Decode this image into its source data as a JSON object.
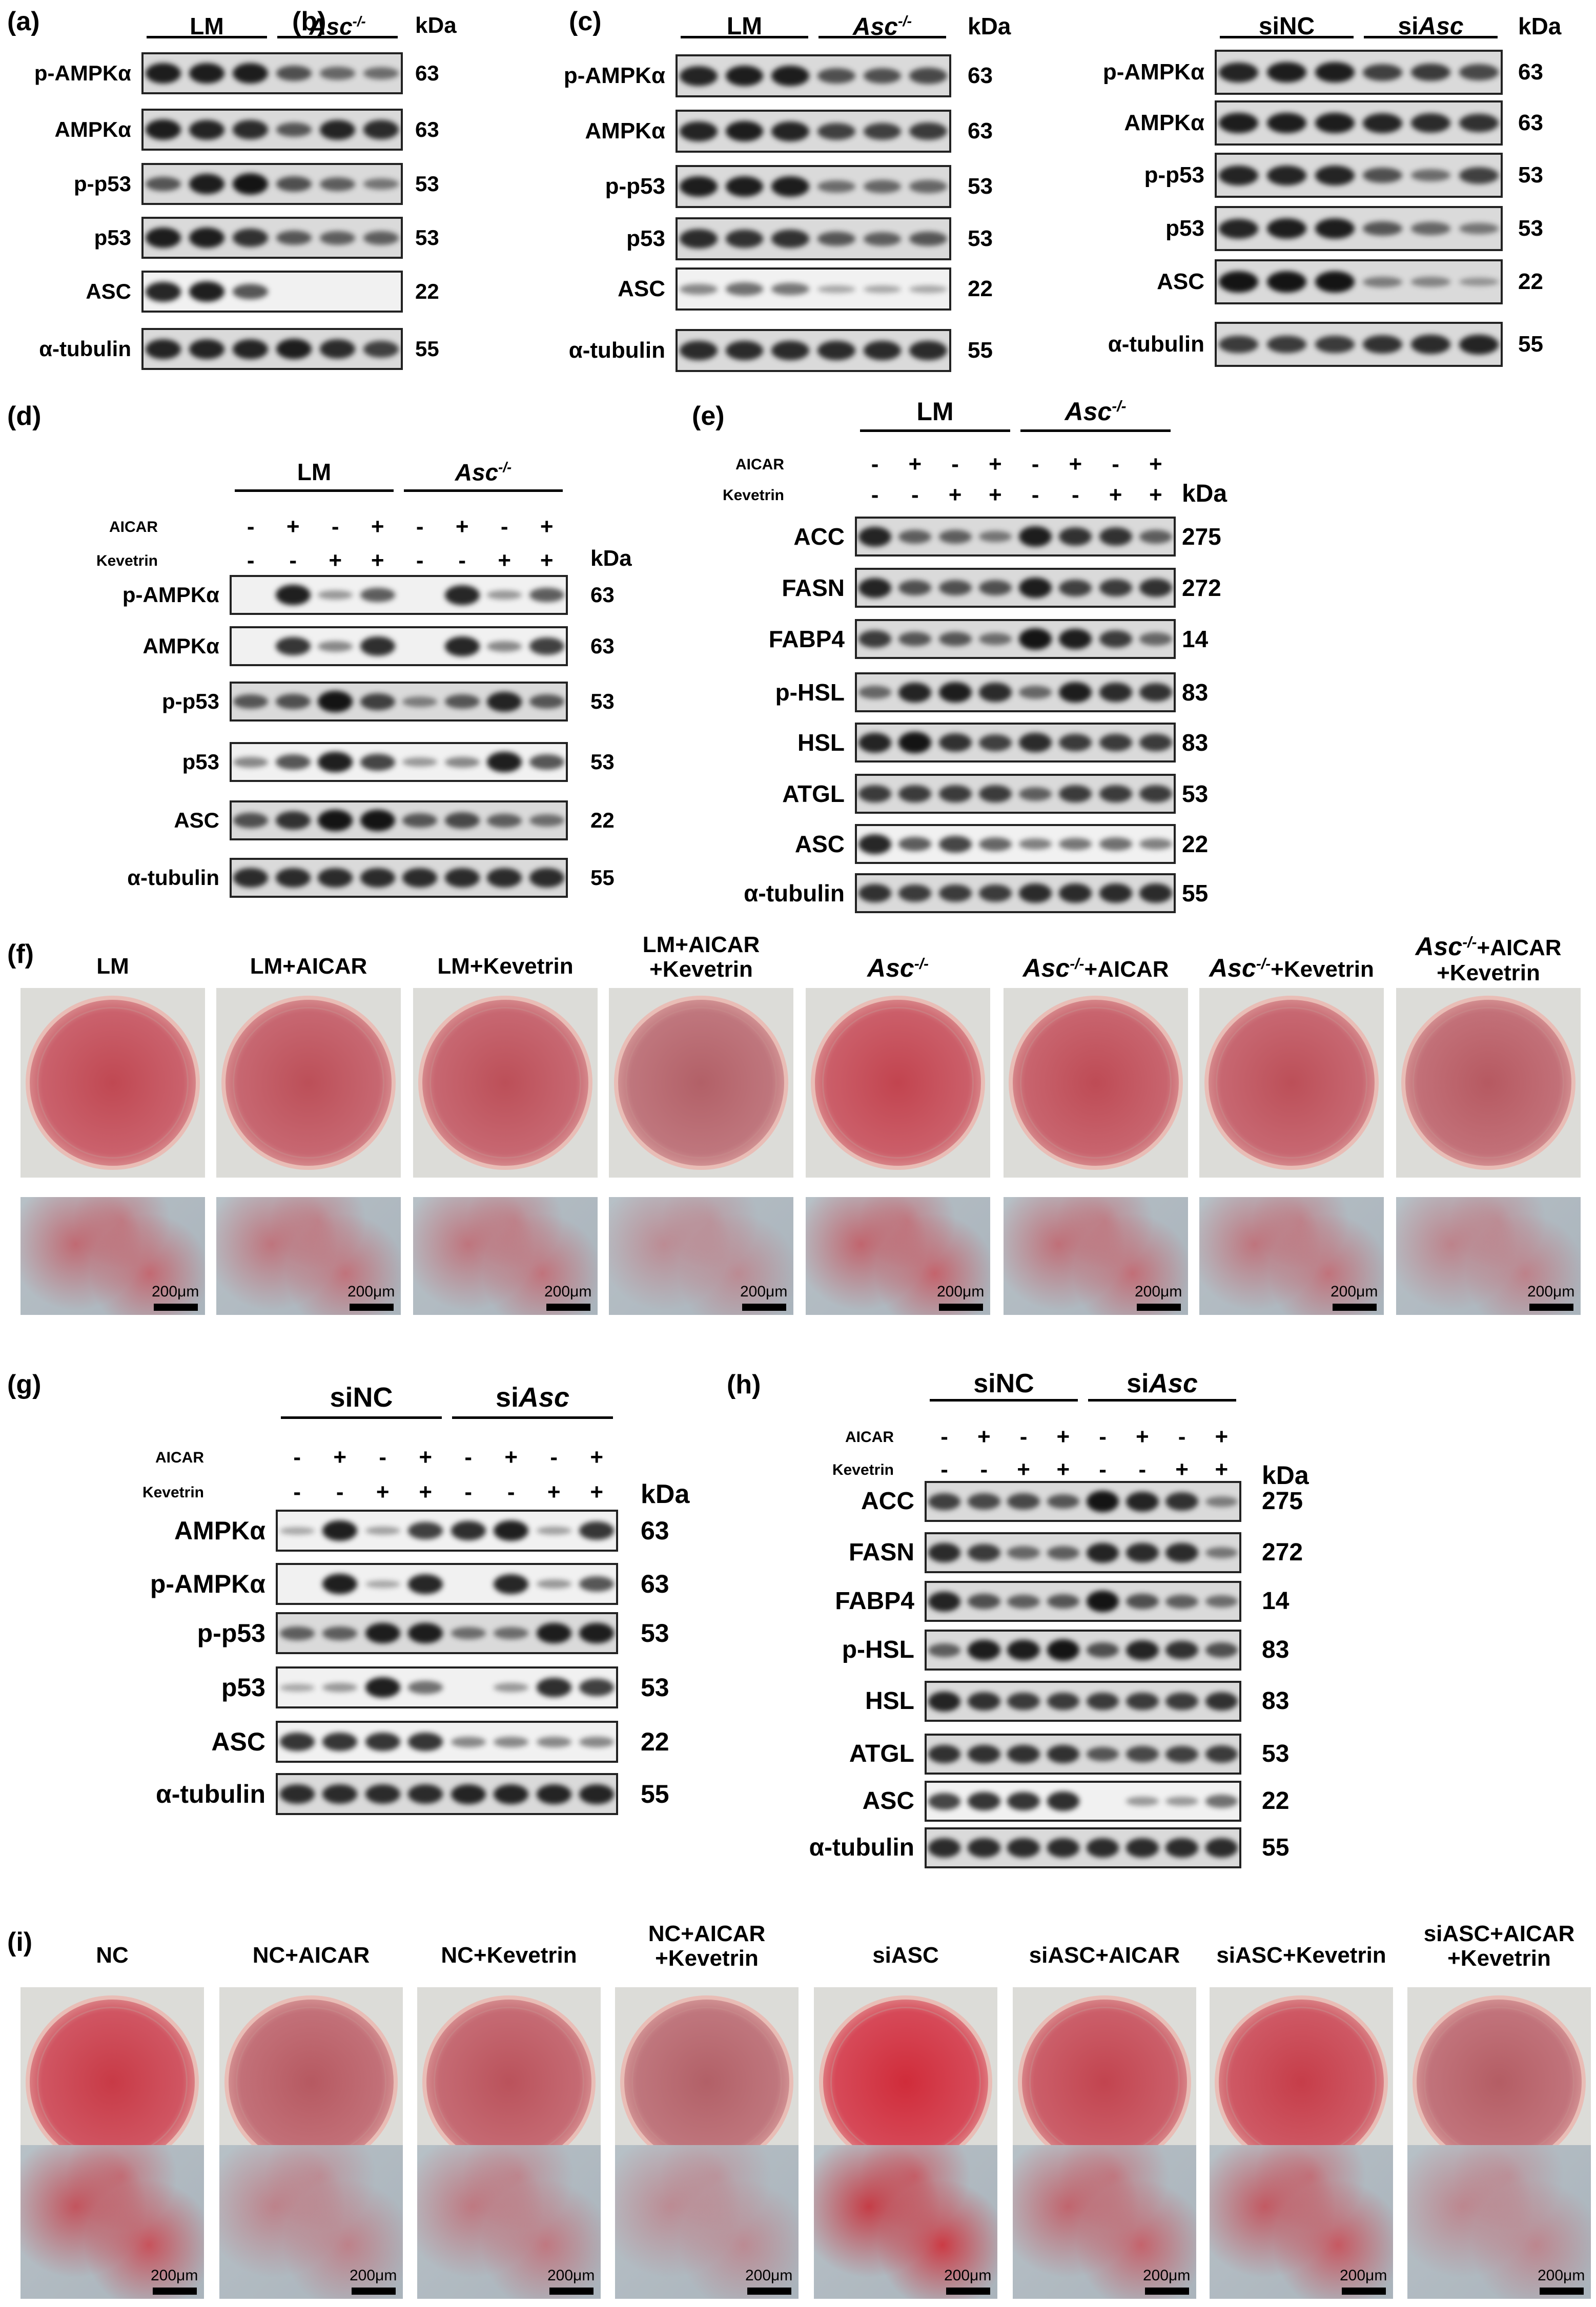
{
  "panels": [
    {
      "id": "a",
      "label": "(a)",
      "kda": "kDa",
      "groups": [
        {
          "text": "LM",
          "italic": false
        },
        {
          "text": "Asc",
          "sup": "-/-",
          "italic": true
        }
      ],
      "proteins": [
        {
          "name": "p-AMPKα",
          "mw": "63",
          "pattern": [
            0.95,
            0.95,
            0.95,
            0.6,
            0.45,
            0.4
          ]
        },
        {
          "name": "AMPKα",
          "mw": "63",
          "pattern": [
            0.95,
            0.9,
            0.85,
            0.55,
            0.9,
            0.85
          ]
        },
        {
          "name": "p-p53",
          "mw": "53",
          "pattern": [
            0.55,
            0.95,
            1.0,
            0.6,
            0.5,
            0.35
          ]
        },
        {
          "name": "p53",
          "mw": "53",
          "pattern": [
            0.95,
            0.95,
            0.8,
            0.55,
            0.5,
            0.5
          ]
        },
        {
          "name": "ASC",
          "mw": "22",
          "pattern": [
            0.9,
            0.95,
            0.6,
            0,
            0,
            0
          ]
        },
        {
          "name": "α-tubulin",
          "mw": "55",
          "pattern": [
            0.9,
            0.9,
            0.9,
            0.95,
            0.85,
            0.7
          ]
        }
      ]
    },
    {
      "id": "b",
      "label": "(b)",
      "kda": "kDa",
      "groups": [
        {
          "text": "LM",
          "italic": false
        },
        {
          "text": "Asc",
          "sup": "-/-",
          "italic": true
        }
      ],
      "proteins": [
        {
          "name": "p-AMPKα",
          "mw": "63",
          "pattern": [
            0.9,
            0.95,
            0.95,
            0.6,
            0.6,
            0.65
          ]
        },
        {
          "name": "AMPKα",
          "mw": "63",
          "pattern": [
            0.9,
            0.95,
            0.9,
            0.7,
            0.7,
            0.75
          ]
        },
        {
          "name": "p-p53",
          "mw": "53",
          "pattern": [
            0.95,
            0.95,
            0.95,
            0.4,
            0.45,
            0.45
          ]
        },
        {
          "name": "p53",
          "mw": "53",
          "pattern": [
            0.85,
            0.8,
            0.8,
            0.55,
            0.5,
            0.55
          ]
        },
        {
          "name": "ASC",
          "mw": "22",
          "pattern": [
            0.3,
            0.45,
            0.4,
            0.1,
            0.1,
            0.1
          ]
        },
        {
          "name": "α-tubulin",
          "mw": "55",
          "pattern": [
            0.85,
            0.85,
            0.85,
            0.85,
            0.85,
            0.85
          ]
        }
      ]
    },
    {
      "id": "c",
      "label": "(c)",
      "kda": "kDa",
      "groups": [
        {
          "text": "siNC",
          "italic": false
        },
        {
          "text": "si",
          "italicPart": "Asc",
          "italic": false
        }
      ],
      "proteins": [
        {
          "name": "p-AMPKα",
          "mw": "63",
          "pattern": [
            0.9,
            0.95,
            0.95,
            0.7,
            0.75,
            0.65
          ]
        },
        {
          "name": "AMPKα",
          "mw": "63",
          "pattern": [
            0.95,
            0.95,
            0.95,
            0.9,
            0.85,
            0.8
          ]
        },
        {
          "name": "p-p53",
          "mw": "53",
          "pattern": [
            0.9,
            0.9,
            0.9,
            0.6,
            0.4,
            0.7
          ]
        },
        {
          "name": "p53",
          "mw": "53",
          "pattern": [
            0.9,
            0.95,
            0.95,
            0.55,
            0.45,
            0.35
          ]
        },
        {
          "name": "ASC",
          "mw": "22",
          "pattern": [
            1.0,
            1.0,
            1.0,
            0.3,
            0.25,
            0.15
          ]
        },
        {
          "name": "α-tubulin",
          "mw": "55",
          "pattern": [
            0.75,
            0.75,
            0.75,
            0.8,
            0.85,
            0.9
          ]
        }
      ]
    },
    {
      "id": "d",
      "label": "(d)",
      "kda": "kDa",
      "groups": [
        {
          "text": "LM",
          "italic": false
        },
        {
          "text": "Asc",
          "sup": "-/-",
          "italic": true
        }
      ],
      "treat": [
        {
          "name": "AICAR",
          "signs": [
            "-",
            "+",
            "-",
            "+",
            "-",
            "+",
            "-",
            "+"
          ]
        },
        {
          "name": "Kevetrin",
          "signs": [
            "-",
            "-",
            "+",
            "+",
            "-",
            "-",
            "+",
            "+"
          ]
        }
      ],
      "proteins": [
        {
          "name": "p-AMPKα",
          "mw": "63",
          "pattern": [
            0,
            0.95,
            0.2,
            0.55,
            0,
            0.9,
            0.2,
            0.55
          ]
        },
        {
          "name": "AMPKα",
          "mw": "63",
          "pattern": [
            0,
            0.8,
            0.3,
            0.85,
            0,
            0.9,
            0.3,
            0.75
          ]
        },
        {
          "name": "p-p53",
          "mw": "53",
          "pattern": [
            0.55,
            0.6,
            1.0,
            0.7,
            0.3,
            0.55,
            0.9,
            0.55
          ]
        },
        {
          "name": "p53",
          "mw": "53",
          "pattern": [
            0.3,
            0.6,
            0.95,
            0.7,
            0.2,
            0.3,
            0.95,
            0.6
          ]
        },
        {
          "name": "ASC",
          "mw": "22",
          "pattern": [
            0.6,
            0.8,
            1.0,
            1.0,
            0.55,
            0.65,
            0.5,
            0.4
          ]
        },
        {
          "name": "α-tubulin",
          "mw": "55",
          "pattern": [
            0.85,
            0.85,
            0.85,
            0.85,
            0.85,
            0.85,
            0.85,
            0.85
          ]
        }
      ]
    },
    {
      "id": "e",
      "label": "(e)",
      "kda": "kDa",
      "groups": [
        {
          "text": "LM",
          "italic": false
        },
        {
          "text": "Asc",
          "sup": "-/-",
          "italic": true
        }
      ],
      "treat": [
        {
          "name": "AICAR",
          "signs": [
            "-",
            "+",
            "-",
            "+",
            "-",
            "+",
            "-",
            "+"
          ]
        },
        {
          "name": "Kevetrin",
          "signs": [
            "-",
            "-",
            "+",
            "+",
            "-",
            "-",
            "+",
            "+"
          ]
        }
      ],
      "proteins": [
        {
          "name": "ACC",
          "mw": "275",
          "pattern": [
            0.9,
            0.5,
            0.5,
            0.35,
            0.95,
            0.8,
            0.8,
            0.5
          ]
        },
        {
          "name": "FASN",
          "mw": "272",
          "pattern": [
            0.9,
            0.6,
            0.6,
            0.6,
            0.95,
            0.7,
            0.75,
            0.8
          ]
        },
        {
          "name": "FABP4",
          "mw": "14",
          "pattern": [
            0.75,
            0.55,
            0.55,
            0.4,
            1.0,
            0.95,
            0.75,
            0.45
          ]
        },
        {
          "name": "p-HSL",
          "mw": "83",
          "pattern": [
            0.45,
            0.9,
            0.95,
            0.85,
            0.45,
            0.95,
            0.85,
            0.8
          ]
        },
        {
          "name": "HSL",
          "mw": "83",
          "pattern": [
            0.9,
            1.0,
            0.8,
            0.7,
            0.85,
            0.75,
            0.75,
            0.75
          ]
        },
        {
          "name": "ATGL",
          "mw": "53",
          "pattern": [
            0.75,
            0.75,
            0.75,
            0.75,
            0.5,
            0.75,
            0.75,
            0.75
          ]
        },
        {
          "name": "ASC",
          "mw": "22",
          "pattern": [
            0.9,
            0.55,
            0.7,
            0.5,
            0.35,
            0.4,
            0.45,
            0.35
          ]
        },
        {
          "name": "α-tubulin",
          "mw": "55",
          "pattern": [
            0.8,
            0.75,
            0.75,
            0.75,
            0.85,
            0.85,
            0.85,
            0.85
          ]
        }
      ]
    },
    {
      "id": "g",
      "label": "(g)",
      "kda": "kDa",
      "groups": [
        {
          "text": "siNC",
          "italic": false
        },
        {
          "text": "si",
          "italicPart": "Asc",
          "italic": false
        }
      ],
      "treat": [
        {
          "name": "AICAR",
          "signs": [
            "-",
            "+",
            "-",
            "+",
            "-",
            "+",
            "-",
            "+"
          ]
        },
        {
          "name": "Kevetrin",
          "signs": [
            "-",
            "-",
            "+",
            "+",
            "-",
            "-",
            "+",
            "+"
          ]
        }
      ],
      "proteins": [
        {
          "name": "AMPKα",
          "mw": "63",
          "pattern": [
            0.1,
            0.95,
            0.15,
            0.75,
            0.85,
            0.95,
            0.15,
            0.8
          ]
        },
        {
          "name": "p-AMPKα",
          "mw": "63",
          "pattern": [
            0,
            0.95,
            0.1,
            0.9,
            0,
            0.9,
            0.2,
            0.6
          ]
        },
        {
          "name": "p-p53",
          "mw": "53",
          "pattern": [
            0.5,
            0.5,
            0.95,
            0.95,
            0.4,
            0.4,
            0.95,
            0.95
          ]
        },
        {
          "name": "p53",
          "mw": "53",
          "pattern": [
            0.1,
            0.2,
            0.95,
            0.45,
            0,
            0.2,
            0.85,
            0.75
          ]
        },
        {
          "name": "ASC",
          "mw": "22",
          "pattern": [
            0.8,
            0.8,
            0.8,
            0.8,
            0.3,
            0.3,
            0.3,
            0.3
          ]
        },
        {
          "name": "α-tubulin",
          "mw": "55",
          "pattern": [
            0.85,
            0.85,
            0.85,
            0.85,
            0.9,
            0.9,
            0.9,
            0.9
          ]
        }
      ]
    },
    {
      "id": "h",
      "label": "(h)",
      "kda": "kDa",
      "groups": [
        {
          "text": "siNC",
          "italic": false
        },
        {
          "text": "si",
          "italicPart": "Asc",
          "italic": false
        }
      ],
      "treat": [
        {
          "name": "AICAR",
          "signs": [
            "-",
            "+",
            "-",
            "+",
            "-",
            "+",
            "-",
            "+"
          ]
        },
        {
          "name": "Kevetrin",
          "signs": [
            "-",
            "-",
            "+",
            "+",
            "-",
            "-",
            "+",
            "+"
          ]
        }
      ],
      "proteins": [
        {
          "name": "ACC",
          "mw": "275",
          "pattern": [
            0.7,
            0.65,
            0.65,
            0.55,
            1.0,
            0.9,
            0.8,
            0.3
          ]
        },
        {
          "name": "FASN",
          "mw": "272",
          "pattern": [
            0.85,
            0.75,
            0.45,
            0.5,
            0.9,
            0.85,
            0.85,
            0.35
          ]
        },
        {
          "name": "FABP4",
          "mw": "14",
          "pattern": [
            0.9,
            0.6,
            0.5,
            0.55,
            1.0,
            0.6,
            0.5,
            0.4
          ]
        },
        {
          "name": "p-HSL",
          "mw": "83",
          "pattern": [
            0.5,
            0.95,
            0.95,
            1.0,
            0.6,
            0.9,
            0.8,
            0.6
          ]
        },
        {
          "name": "HSL",
          "mw": "83",
          "pattern": [
            0.9,
            0.8,
            0.75,
            0.75,
            0.75,
            0.75,
            0.75,
            0.8
          ]
        },
        {
          "name": "ATGL",
          "mw": "53",
          "pattern": [
            0.8,
            0.8,
            0.8,
            0.8,
            0.55,
            0.65,
            0.7,
            0.75
          ]
        },
        {
          "name": "ASC",
          "mw": "22",
          "pattern": [
            0.7,
            0.8,
            0.8,
            0.85,
            0,
            0.2,
            0.2,
            0.45
          ]
        },
        {
          "name": "α-tubulin",
          "mw": "55",
          "pattern": [
            0.85,
            0.85,
            0.85,
            0.85,
            0.85,
            0.85,
            0.85,
            0.85
          ]
        }
      ]
    }
  ],
  "staining": [
    {
      "id": "f",
      "label": "(f)",
      "scale": "200μm",
      "conditions": [
        {
          "pre": "LM",
          "it": "",
          "sup": "",
          "post": "",
          "line2": "",
          "red": 0.55
        },
        {
          "pre": "LM+AICAR",
          "it": "",
          "sup": "",
          "post": "",
          "line2": "",
          "red": 0.45
        },
        {
          "pre": "LM+Kevetrin",
          "it": "",
          "sup": "",
          "post": "",
          "line2": "",
          "red": 0.45
        },
        {
          "pre": "LM+AICAR",
          "it": "",
          "sup": "",
          "post": "",
          "line2": "+Kevetrin",
          "red": 0.2
        },
        {
          "pre": "",
          "it": "Asc",
          "sup": "-/-",
          "post": "",
          "line2": "",
          "red": 0.6
        },
        {
          "pre": "",
          "it": "Asc",
          "sup": "-/-",
          "post": "+AICAR",
          "line2": "",
          "red": 0.5
        },
        {
          "pre": "",
          "it": "Asc",
          "sup": "-/-",
          "post": "+Kevetrin",
          "line2": "",
          "red": 0.45
        },
        {
          "pre": "",
          "it": "Asc",
          "sup": "-/-",
          "post": "+AICAR",
          "line2": "+Kevetrin",
          "red": 0.3
        }
      ]
    },
    {
      "id": "i",
      "label": "(i)",
      "scale": "200μm",
      "conditions": [
        {
          "pre": "NC",
          "it": "",
          "sup": "",
          "post": "",
          "line2": "",
          "red": 0.75
        },
        {
          "pre": "NC+AICAR",
          "it": "",
          "sup": "",
          "post": "",
          "line2": "",
          "red": 0.3
        },
        {
          "pre": "NC+Kevetrin",
          "it": "",
          "sup": "",
          "post": "",
          "line2": "",
          "red": 0.4
        },
        {
          "pre": "NC+AICAR",
          "it": "",
          "sup": "",
          "post": "",
          "line2": "+Kevetrin",
          "red": 0.2
        },
        {
          "pre": "siASC",
          "it": "",
          "sup": "",
          "post": "",
          "line2": "",
          "red": 0.95
        },
        {
          "pre": "siASC+AICAR",
          "it": "",
          "sup": "",
          "post": "",
          "line2": "",
          "red": 0.6
        },
        {
          "pre": "siASC+Kevetrin",
          "it": "",
          "sup": "",
          "post": "",
          "line2": "",
          "red": 0.7
        },
        {
          "pre": "siASC+AICAR",
          "it": "",
          "sup": "",
          "post": "",
          "line2": "+Kevetrin",
          "red": 0.25
        }
      ]
    }
  ]
}
